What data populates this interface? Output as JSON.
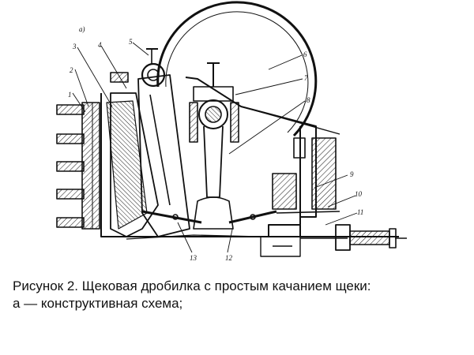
{
  "figure": {
    "sub_label": "а)",
    "callouts": [
      "1",
      "2",
      "3",
      "4",
      "5",
      "6",
      "7",
      "8",
      "9",
      "10",
      "11",
      "12",
      "13"
    ]
  },
  "caption": {
    "line1": "Рисунок 2. Щековая дробилка с простым качанием щеки:",
    "line2": "а — конструктивная схема;"
  }
}
